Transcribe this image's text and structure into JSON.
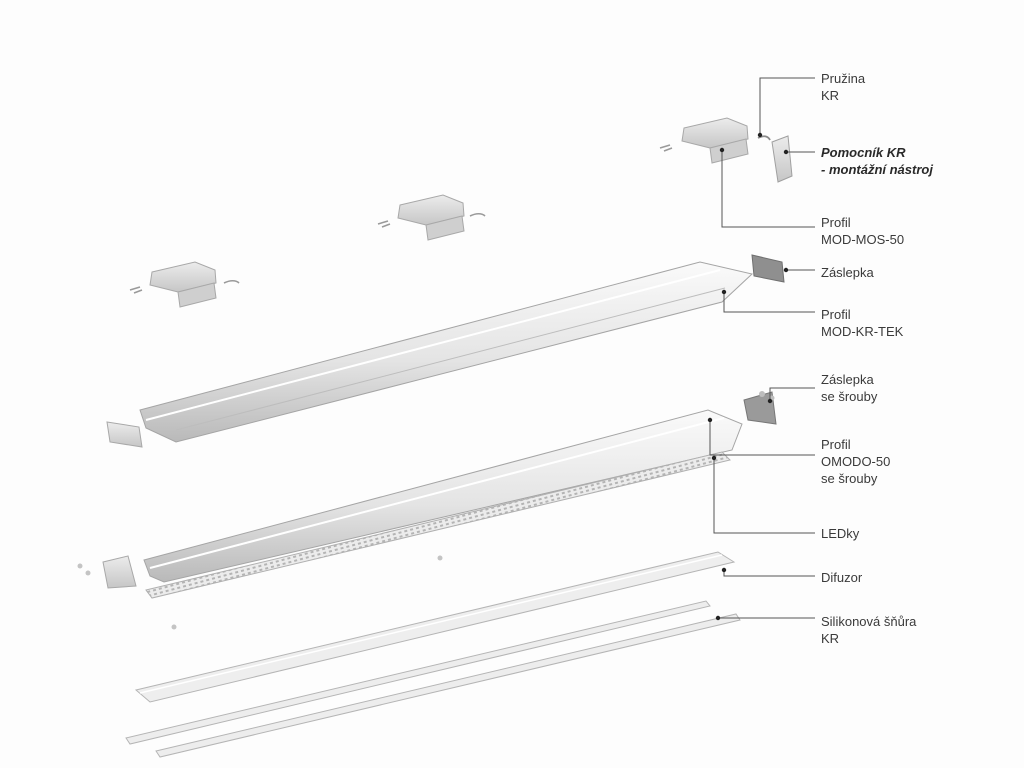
{
  "labels": {
    "pruzina": [
      "Pružina",
      "KR"
    ],
    "pomocnik": [
      "Pomocník KR",
      "- montážní nástroj"
    ],
    "profil_mos": [
      "Profil",
      "MOD-MOS-50"
    ],
    "zaslepka": [
      "Záslepka"
    ],
    "profil_kr_tek": [
      "Profil",
      "MOD-KR-TEK"
    ],
    "zaslepka_srouby": [
      "Záslepka",
      "se šrouby"
    ],
    "profil_omodo": [
      "Profil",
      "OMODO-50",
      "se šrouby"
    ],
    "ledky": [
      "LEDky"
    ],
    "difuzor": [
      "Difuzor"
    ],
    "silikonova": [
      "Silikonová šňůra",
      "KR"
    ]
  },
  "colors": {
    "leader": "#555555",
    "dot": "#222222",
    "profile_light": "#f2f2f2",
    "profile_mid": "#d9d9d9",
    "profile_dark": "#a9a9a9",
    "text": "#3a3a3a"
  }
}
